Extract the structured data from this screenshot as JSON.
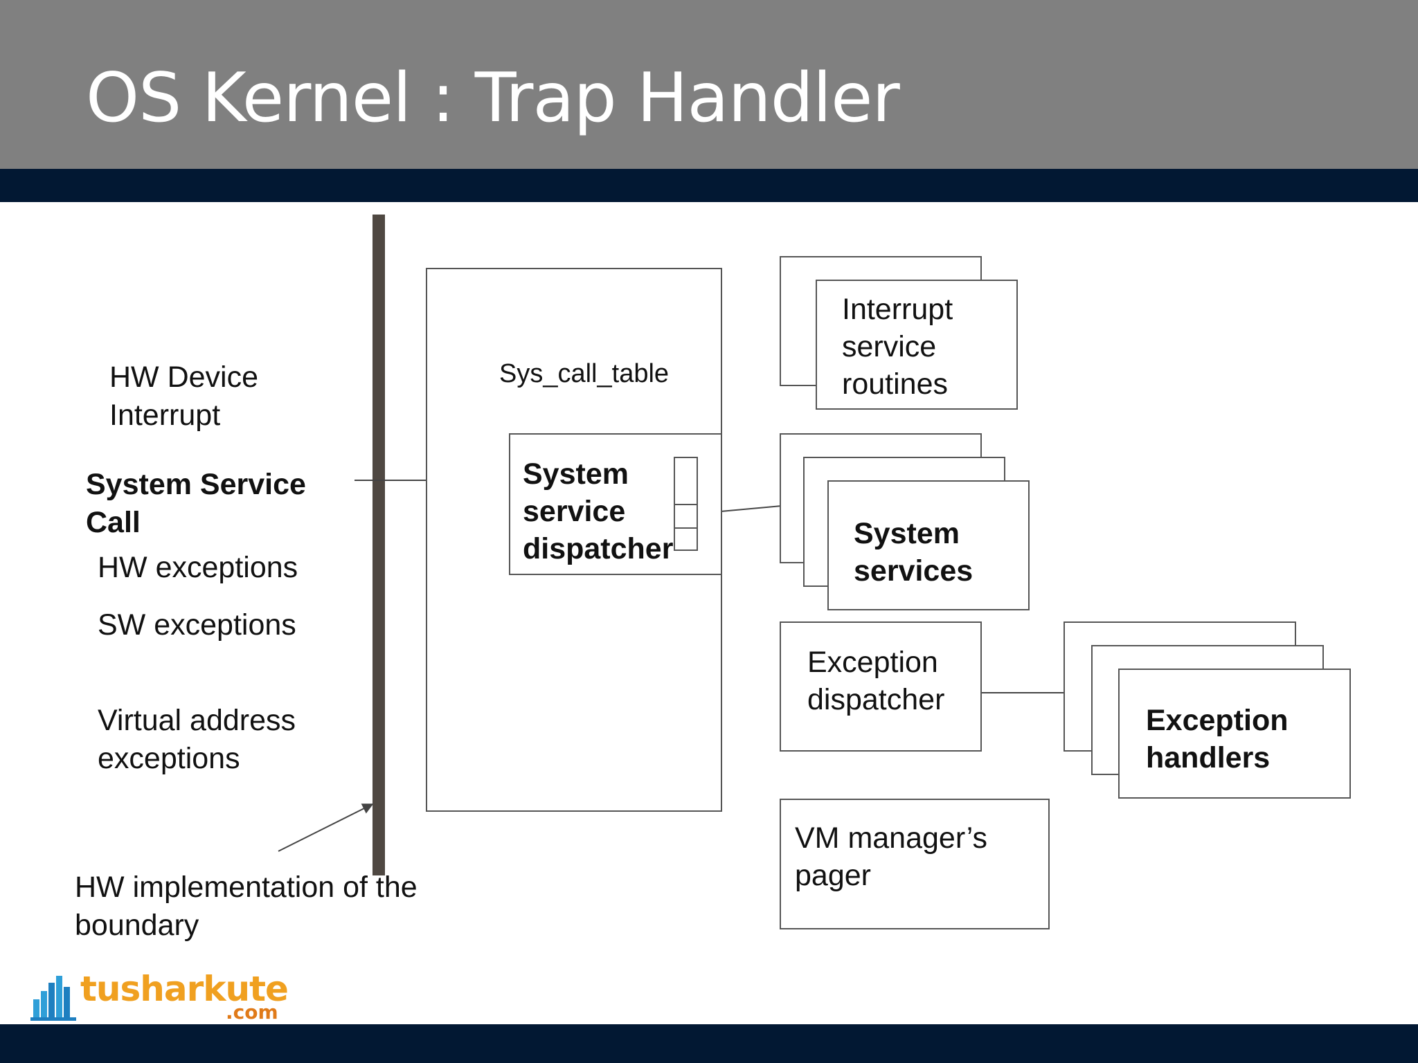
{
  "slide": {
    "title": "OS Kernel : Trap Handler"
  },
  "left_labels": {
    "hw_device_interrupt": "HW Device\nInterrupt",
    "system_service_call": "System Service\nCall",
    "hw_exceptions": "HW exceptions",
    "sw_exceptions": "SW exceptions",
    "virtual_address_exceptions": "Virtual address\nexceptions",
    "hw_boundary": "HW implementation of  the\nboundary"
  },
  "center": {
    "sys_call_table": "Sys_call_table",
    "dispatcher": "System\nservice\ndispatcher"
  },
  "right": {
    "interrupt_service_routines": "Interrupt\nservice\nroutines",
    "system_services": "System\nservices",
    "exception_dispatcher": "Exception\ndispatcher",
    "exception_handlers": "Exception\nhandlers",
    "vm_pager": "VM manager’s\npager"
  },
  "logo": {
    "name": "tusharkute",
    "domain": ".com"
  }
}
